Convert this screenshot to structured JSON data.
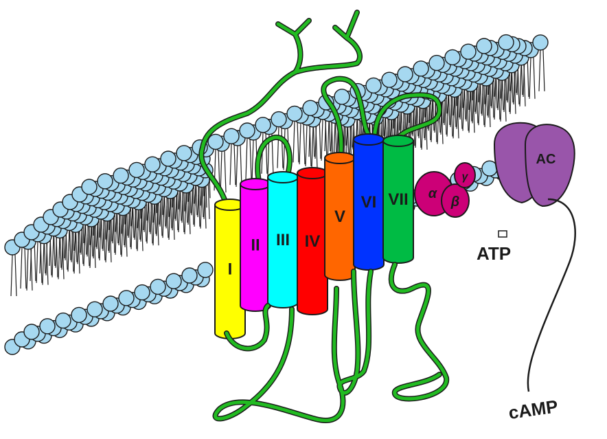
{
  "helices": [
    {
      "label": "I",
      "color": "#ffff00"
    },
    {
      "label": "II",
      "color": "#ff00ff"
    },
    {
      "label": "III",
      "color": "#00ffff"
    },
    {
      "label": "IV",
      "color": "#ff0000"
    },
    {
      "label": "V",
      "color": "#ff6600"
    },
    {
      "label": "VI",
      "color": "#0033ff"
    },
    {
      "label": "VII",
      "color": "#00bb44"
    }
  ],
  "g_protein": {
    "alpha": "α",
    "beta": "β",
    "gamma": "γ",
    "color": "#cc0077"
  },
  "adenylyl_cyclase": {
    "label": "AC",
    "color": "#9955aa"
  },
  "substrate_label": "ATP",
  "product_label": "cAMP",
  "colors": {
    "lipid_head": "#a6d8f0",
    "lipid_outline": "#1a1a1a",
    "loop": "#22bb22"
  }
}
